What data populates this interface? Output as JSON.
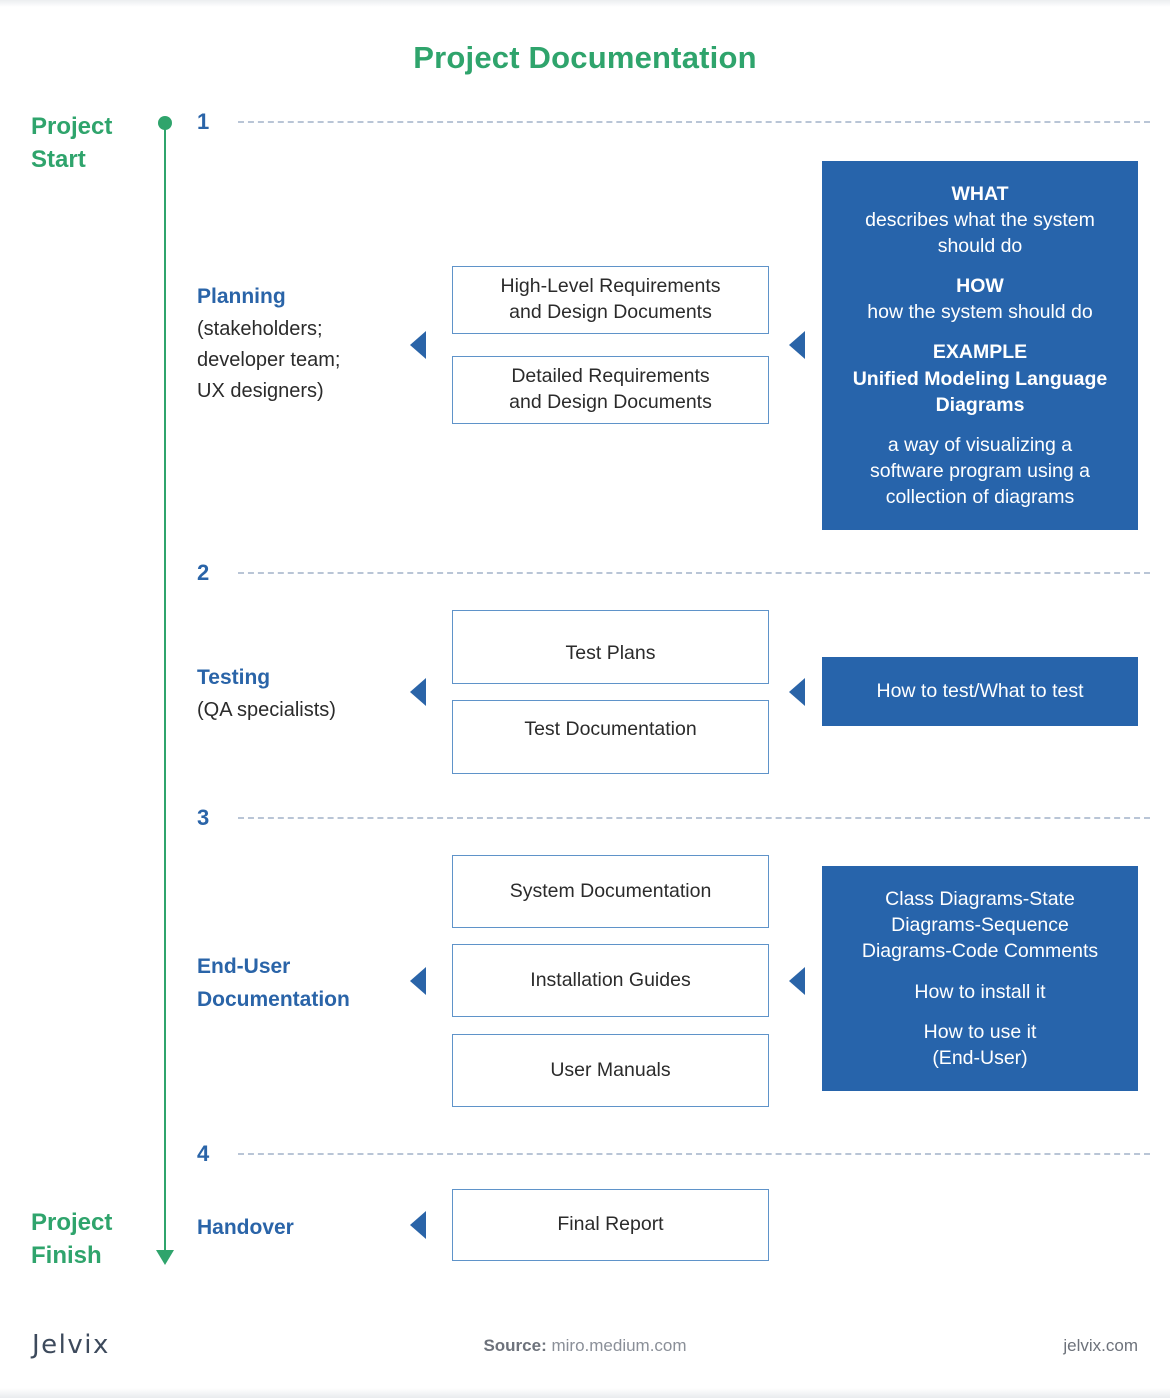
{
  "title": "Project Documentation",
  "timeline": {
    "start_label": "Project\nStart",
    "finish_label": "Project\nFinish"
  },
  "steps": [
    {
      "number": "1",
      "stage_name": "Planning",
      "stage_sub": "(stakeholders;\ndeveloper team;\nUX designers)",
      "boxes": [
        "High-Level Requirements\nand Design Documents",
        "Detailed Requirements\nand Design Documents"
      ],
      "panel": [
        {
          "text": "WHAT",
          "bold": true
        },
        {
          "text": "describes what the system\nshould do",
          "bold": false
        },
        {
          "text": "HOW",
          "bold": true
        },
        {
          "text": "how the system should do",
          "bold": false
        },
        {
          "text": "EXAMPLE",
          "bold": true
        },
        {
          "text": "Unified Modeling Language\nDiagrams",
          "bold": true
        },
        {
          "text": "a way of visualizing a\nsoftware program using a\ncollection of diagrams",
          "bold": false
        }
      ]
    },
    {
      "number": "2",
      "stage_name": "Testing",
      "stage_sub": "(QA specialists)",
      "boxes": [
        "Test Plans",
        "Test Documentation"
      ],
      "panel": [
        {
          "text": "How to test/What to test",
          "bold": false
        }
      ]
    },
    {
      "number": "3",
      "stage_name": "End-User\nDocumentation",
      "stage_sub": "",
      "boxes": [
        "System Documentation",
        "Installation Guides",
        "User Manuals"
      ],
      "panel": [
        {
          "text": "Class Diagrams-State\nDiagrams-Sequence\nDiagrams-Code Comments",
          "bold": false
        },
        {
          "text": "How to install it",
          "bold": false
        },
        {
          "text": "How to use it\n(End-User)",
          "bold": false
        }
      ]
    },
    {
      "number": "4",
      "stage_name": "Handover",
      "stage_sub": "",
      "boxes": [
        "Final Report"
      ],
      "panel": []
    }
  ],
  "footer": {
    "logo": "Jelvix",
    "source_prefix": "Source:",
    "source_value": "miro.medium.com",
    "site": "jelvix.com"
  },
  "colors": {
    "green": "#2FA46C",
    "blue": "#2A64A8",
    "panel_blue": "#2764AB",
    "box_border": "#5f93c9",
    "dash": "#b9c5d6"
  }
}
